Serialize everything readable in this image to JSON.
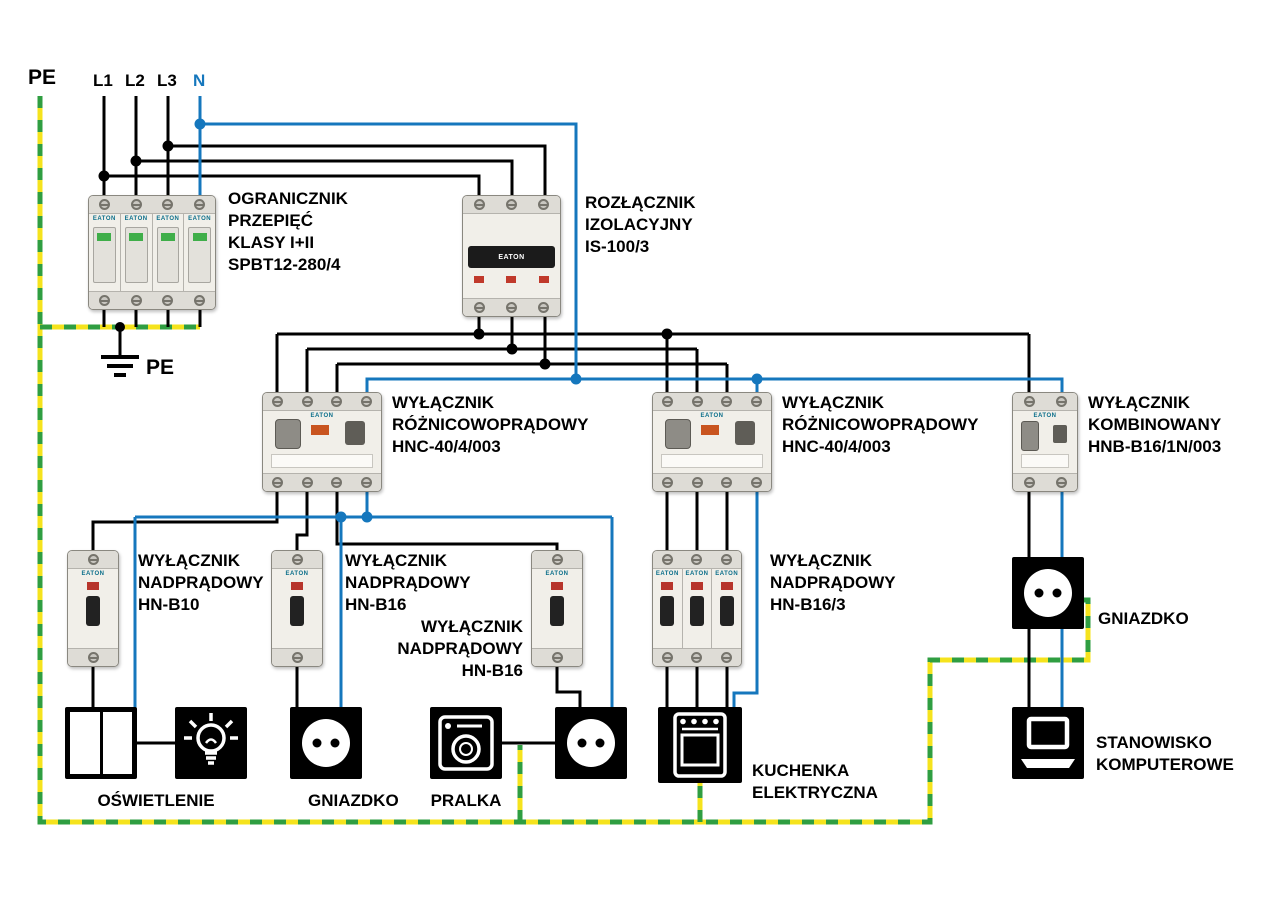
{
  "brand": "EATON",
  "colors": {
    "phase": "#000000",
    "neutral": "#1577bd",
    "pe_green": "#2f9e41",
    "pe_yellow": "#f5e31d"
  },
  "supply": {
    "pe": "PE",
    "l1": "L1",
    "l2": "L2",
    "l3": "L3",
    "n": "N"
  },
  "ground": {
    "label": "PE"
  },
  "devices": {
    "surge": {
      "label_lines": [
        "OGRANICZNIK",
        "PRZEPIĘĆ",
        "KLASY I+II",
        "SPBT12-280/4"
      ]
    },
    "isolator": {
      "label_lines": [
        "ROZŁĄCZNIK",
        "IZOLACYJNY",
        "IS-100/3"
      ]
    },
    "rcd_left": {
      "label_lines": [
        "WYŁĄCZNIK",
        "RÓŻNICOWOPRĄDOWY",
        "HNC-40/4/003"
      ]
    },
    "rcd_right": {
      "label_lines": [
        "WYŁĄCZNIK",
        "RÓŻNICOWOPRĄDOWY",
        "HNC-40/4/003"
      ]
    },
    "combo": {
      "label_lines": [
        "WYŁĄCZNIK",
        "KOMBINOWANY",
        "HNB-B16/1N/003"
      ]
    },
    "mcb_b10": {
      "label_lines": [
        "WYŁĄCZNIK",
        "NADPRĄDOWY",
        "HN-B10"
      ]
    },
    "mcb_b16_a": {
      "label_lines": [
        "WYŁĄCZNIK",
        "NADPRĄDOWY",
        "HN-B16"
      ]
    },
    "mcb_b16_b": {
      "label_lines": [
        "WYŁĄCZNIK",
        "NADPRĄDOWY",
        "HN-B16"
      ]
    },
    "mcb_b16_3": {
      "label_lines": [
        "WYŁĄCZNIK",
        "NADPRĄDOWY",
        "HN-B16/3"
      ]
    }
  },
  "loads": {
    "lighting": {
      "label": "OŚWIETLENIE"
    },
    "socket_1": {
      "label": "GNIAZDKO"
    },
    "washer": {
      "label": "PRALKA"
    },
    "oven": {
      "label_lines": [
        "KUCHENKA",
        "ELEKTRYCZNA"
      ]
    },
    "socket_2": {
      "label": "GNIAZDKO"
    },
    "computer": {
      "label_lines": [
        "STANOWISKO",
        "KOMPUTEROWE"
      ]
    }
  }
}
